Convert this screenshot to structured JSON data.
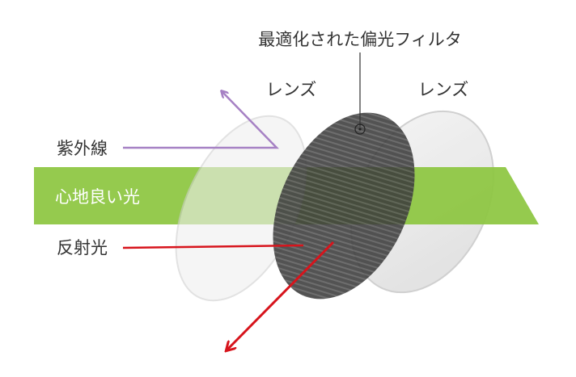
{
  "labels": {
    "filter": "最適化された偏光フィルタ",
    "lens_left": "レンズ",
    "lens_right": "レンズ",
    "uv": "紫外線",
    "comfortable_light": "心地良い光",
    "reflected_light": "反射光"
  },
  "colors": {
    "green": "#8cc63f",
    "purple": "#a681c4",
    "red": "#d7141c",
    "filter": "#3a3a3a"
  }
}
